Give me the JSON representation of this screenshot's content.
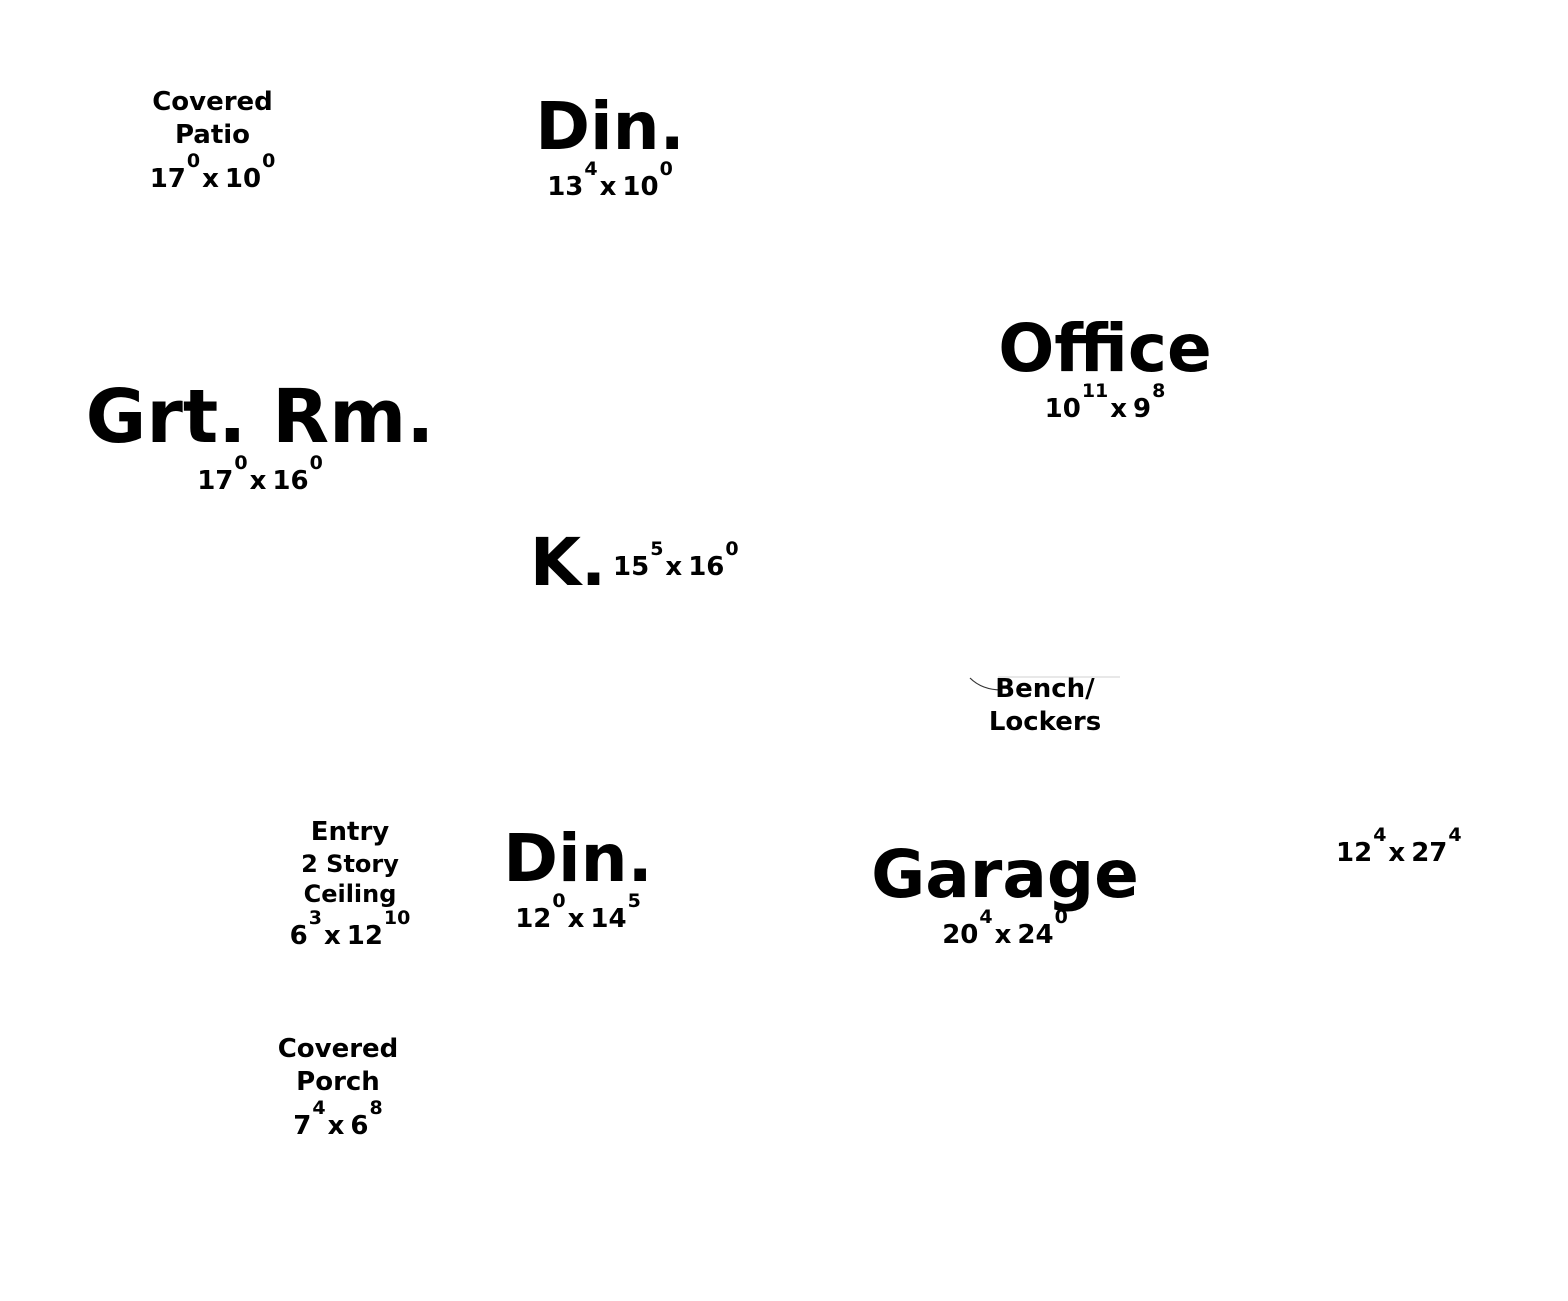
{
  "rooms": {
    "covered_patio": {
      "label_line1": "Covered",
      "label_line2": "Patio",
      "width_ft": "17",
      "width_in": "0",
      "depth_ft": "10",
      "depth_in": "0"
    },
    "dining_top": {
      "label": "Din.",
      "width_ft": "13",
      "width_in": "4",
      "depth_ft": "10",
      "depth_in": "0"
    },
    "office": {
      "label": "Office",
      "width_ft": "10",
      "width_in": "11",
      "depth_ft": "9",
      "depth_in": "8"
    },
    "great_room": {
      "label": "Grt. Rm.",
      "width_ft": "17",
      "width_in": "0",
      "depth_ft": "16",
      "depth_in": "0"
    },
    "kitchen": {
      "label": "K.",
      "width_ft": "15",
      "width_in": "5",
      "depth_ft": "16",
      "depth_in": "0"
    },
    "bench_lockers": {
      "label_line1": "Bench/",
      "label_line2": "Lockers"
    },
    "entry": {
      "label_line1": "Entry",
      "label_line2": "2 Story",
      "label_line3": "Ceiling",
      "width_ft": "6",
      "width_in": "3",
      "depth_ft": "12",
      "depth_in": "10"
    },
    "dining_bottom": {
      "label": "Din.",
      "width_ft": "12",
      "width_in": "0",
      "depth_ft": "14",
      "depth_in": "5"
    },
    "garage": {
      "label": "Garage",
      "width_ft": "20",
      "width_in": "4",
      "depth_ft": "24",
      "depth_in": "0",
      "extra_width_ft": "12",
      "extra_width_in": "4",
      "extra_depth_ft": "27",
      "extra_depth_in": "4"
    },
    "covered_porch": {
      "label_line1": "Covered",
      "label_line2": "Porch",
      "width_ft": "7",
      "width_in": "4",
      "depth_ft": "6",
      "depth_in": "8"
    }
  },
  "separator": "x"
}
